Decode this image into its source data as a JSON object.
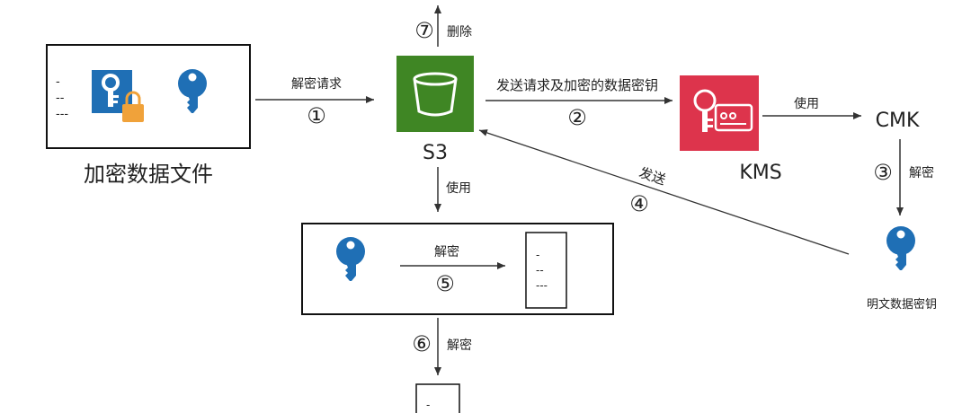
{
  "nodes": {
    "encrypted_file": {
      "label": "加密数据文件",
      "lines": [
        "-",
        "--",
        "---"
      ]
    },
    "s3": {
      "label": "S3"
    },
    "kms": {
      "label": "KMS"
    },
    "cmk": {
      "label": "CMK"
    },
    "plaintext_key": {
      "label": "明文数据密钥"
    },
    "decrypt_box": {
      "doc_lines": [
        "-",
        "--",
        "---"
      ]
    },
    "output_file": {
      "lines": [
        "-"
      ]
    }
  },
  "edges": {
    "decrypt_request": {
      "step": "①",
      "label": "解密请求"
    },
    "send_request_encrypted_key": {
      "step": "②",
      "label": "发送请求及加密的数据密钥"
    },
    "kms_use_cmk": {
      "label": "使用"
    },
    "cmk_decrypt": {
      "step": "③",
      "label": "解密"
    },
    "send_back": {
      "step": "④",
      "label": "发送"
    },
    "s3_use": {
      "label": "使用"
    },
    "inner_decrypt": {
      "step": "⑤",
      "label": "解密"
    },
    "final_decrypt": {
      "step": "⑥",
      "label": "解密"
    },
    "delete": {
      "step": "⑦",
      "label": "删除"
    }
  },
  "colors": {
    "s3_green": "#3f8624",
    "kms_red": "#dd344c",
    "key_blue": "#1f6fb5",
    "lock_orange": "#f0a23a"
  }
}
